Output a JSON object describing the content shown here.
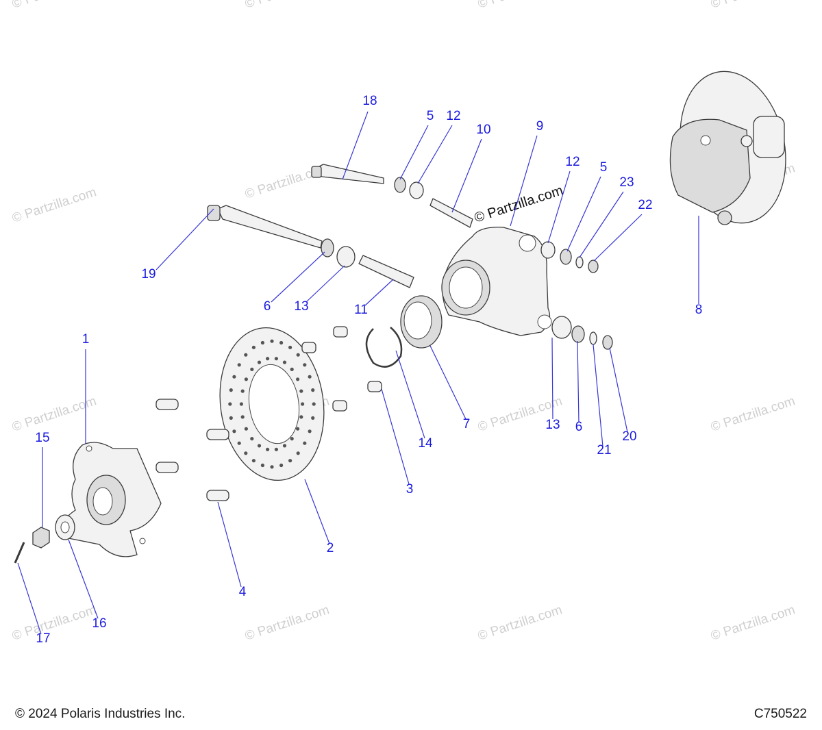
{
  "watermark": {
    "text": "© Partzilla.com",
    "center_text": "© Partzilla.com"
  },
  "callouts": [
    {
      "label": "18"
    },
    {
      "label": "5"
    },
    {
      "label": "12"
    },
    {
      "label": "10"
    },
    {
      "label": "9"
    },
    {
      "label": "12"
    },
    {
      "label": "5"
    },
    {
      "label": "23"
    },
    {
      "label": "22"
    },
    {
      "label": "8"
    },
    {
      "label": "19"
    },
    {
      "label": "6"
    },
    {
      "label": "13"
    },
    {
      "label": "11"
    },
    {
      "label": "1"
    },
    {
      "label": "15"
    },
    {
      "label": "14"
    },
    {
      "label": "7"
    },
    {
      "label": "13"
    },
    {
      "label": "6"
    },
    {
      "label": "21"
    },
    {
      "label": "20"
    },
    {
      "label": "3"
    },
    {
      "label": "2"
    },
    {
      "label": "4"
    },
    {
      "label": "16"
    },
    {
      "label": "17"
    }
  ],
  "footer": {
    "copyright": "© 2024 Polaris Industries Inc.",
    "code": "C750522"
  }
}
